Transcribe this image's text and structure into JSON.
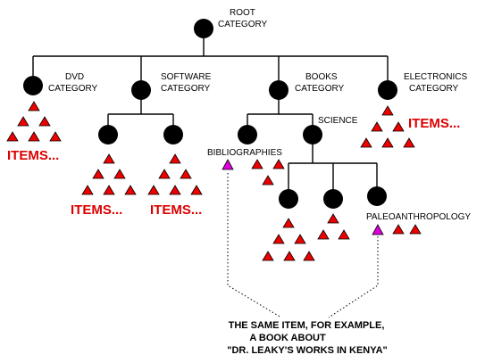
{
  "labels": {
    "root_l1": "ROOT",
    "root_l2": "CATEGORY",
    "dvd_l1": "DVD",
    "dvd_l2": "CATEGORY",
    "software_l1": "SOFTWARE",
    "software_l2": "CATEGORY",
    "books_l1": "BOOKS",
    "books_l2": "CATEGORY",
    "electronics_l1": "ELECTRONICS",
    "electronics_l2": "CATEGORY",
    "science": "SCIENCE",
    "bibliographies": "BIBLIOGRAPHIES",
    "paleoanthropology": "PALEOANTHROPOLOGY"
  },
  "items_text": "ITEMS...",
  "note": {
    "line1": "THE SAME ITEM, FOR EXAMPLE,",
    "line2": "A BOOK ABOUT",
    "line3": "\"DR. LEAKY'S WORKS IN KENYA\""
  },
  "colors": {
    "node": "#000000",
    "item": "#ee0000",
    "highlight_item": "#dd00dd",
    "items_text": "#dd0000"
  }
}
